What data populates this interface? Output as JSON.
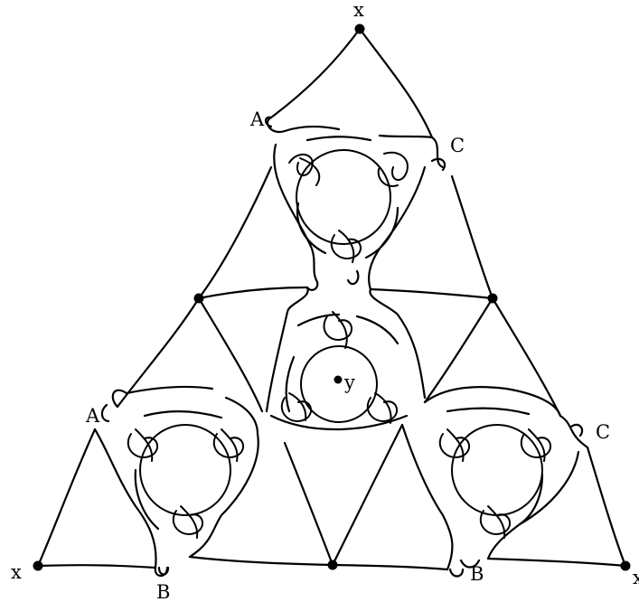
{
  "labels": {
    "top_vertex": "x",
    "bottom_left_vertex": "x",
    "bottom_right_vertex": "x",
    "center_point": "y",
    "upper_left_A": "A",
    "upper_right_C": "C",
    "left_A": "A",
    "right_C": "C",
    "bottom_left_B": "B",
    "bottom_right_B": "B"
  },
  "colors": {
    "stroke": "#000000",
    "background": "#ffffff"
  }
}
